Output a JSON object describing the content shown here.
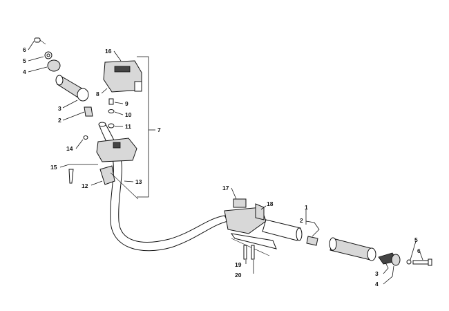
{
  "callouts": {
    "c1": "1",
    "c2a": "2",
    "c2b": "2",
    "c3a": "3",
    "c3b": "3",
    "c4a": "4",
    "c4b": "4",
    "c5a": "5",
    "c5b": "5",
    "c6a": "6",
    "c6b": "6",
    "c7": "7",
    "c8": "8",
    "c9": "9",
    "c10": "10",
    "c11": "11",
    "c12": "12",
    "c13": "13",
    "c14": "14",
    "c15": "15",
    "c16": "16",
    "c17": "17",
    "c18": "18",
    "c19": "19",
    "c20": "20"
  }
}
